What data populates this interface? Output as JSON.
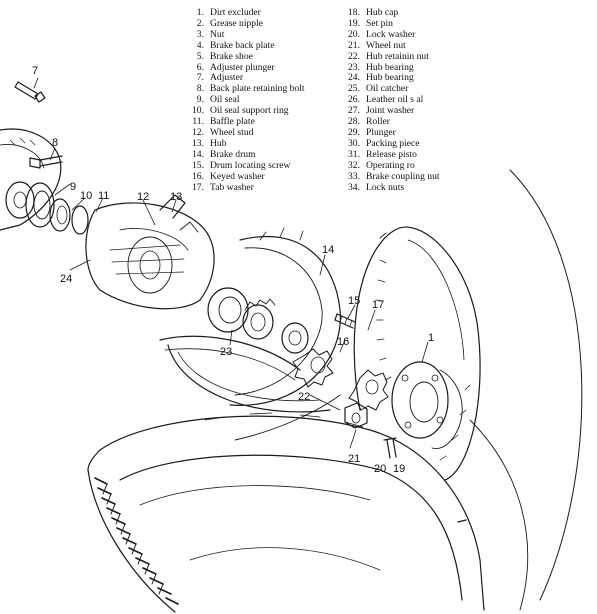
{
  "legend_left": [
    {
      "num": "1.",
      "label": "Dirt excluder"
    },
    {
      "num": "2.",
      "label": "Grease nipple"
    },
    {
      "num": "3.",
      "label": "Nut"
    },
    {
      "num": "4.",
      "label": "Brake back plate"
    },
    {
      "num": "5.",
      "label": "Brake shoe"
    },
    {
      "num": "6.",
      "label": "Adjuster plunger"
    },
    {
      "num": "7.",
      "label": "Adjuster"
    },
    {
      "num": "8.",
      "label": "Back plate retaining bolt"
    },
    {
      "num": "9.",
      "label": "Oil seal"
    },
    {
      "num": "10.",
      "label": "Oil seal support ring"
    },
    {
      "num": "11.",
      "label": "Baffle plate"
    },
    {
      "num": "12.",
      "label": "Wheel stud"
    },
    {
      "num": "13.",
      "label": "Hub"
    },
    {
      "num": "14.",
      "label": "Brake drum"
    },
    {
      "num": "15.",
      "label": "Drum locating screw"
    },
    {
      "num": "16.",
      "label": "Keyed washer"
    },
    {
      "num": "17.",
      "label": "Tab washer"
    }
  ],
  "legend_right": [
    {
      "num": "18.",
      "label": "Hub cap"
    },
    {
      "num": "19.",
      "label": "Set pin"
    },
    {
      "num": "20.",
      "label": "Lock washer"
    },
    {
      "num": "21.",
      "label": "Wheel nut"
    },
    {
      "num": "22.",
      "label": "Hub retainin  nut"
    },
    {
      "num": "23.",
      "label": "Hub bearing"
    },
    {
      "num": "24.",
      "label": "Hub bearing"
    },
    {
      "num": "25.",
      "label": "Oil catcher"
    },
    {
      "num": "26.",
      "label": "Leather oil s al"
    },
    {
      "num": "27.",
      "label": "Joint washer"
    },
    {
      "num": "28.",
      "label": "Roller"
    },
    {
      "num": "29.",
      "label": "Plunger"
    },
    {
      "num": "30.",
      "label": "Packing piece"
    },
    {
      "num": "31.",
      "label": "Release pisto"
    },
    {
      "num": "32.",
      "label": "Operating ro"
    },
    {
      "num": "33.",
      "label": "Brake coupling nut"
    },
    {
      "num": "34.",
      "label": "Lock nuts"
    }
  ],
  "callouts": {
    "c7": "7",
    "c8": "8",
    "c9": "9",
    "c10": "10",
    "c11": "11",
    "c12": "12",
    "c13": "13",
    "c14": "14",
    "c15": "15",
    "c16": "16",
    "c17": "17",
    "c18": "1",
    "c19": "19",
    "c20": "20",
    "c21": "21",
    "c22": "22",
    "c23": "23",
    "c24": "24"
  }
}
